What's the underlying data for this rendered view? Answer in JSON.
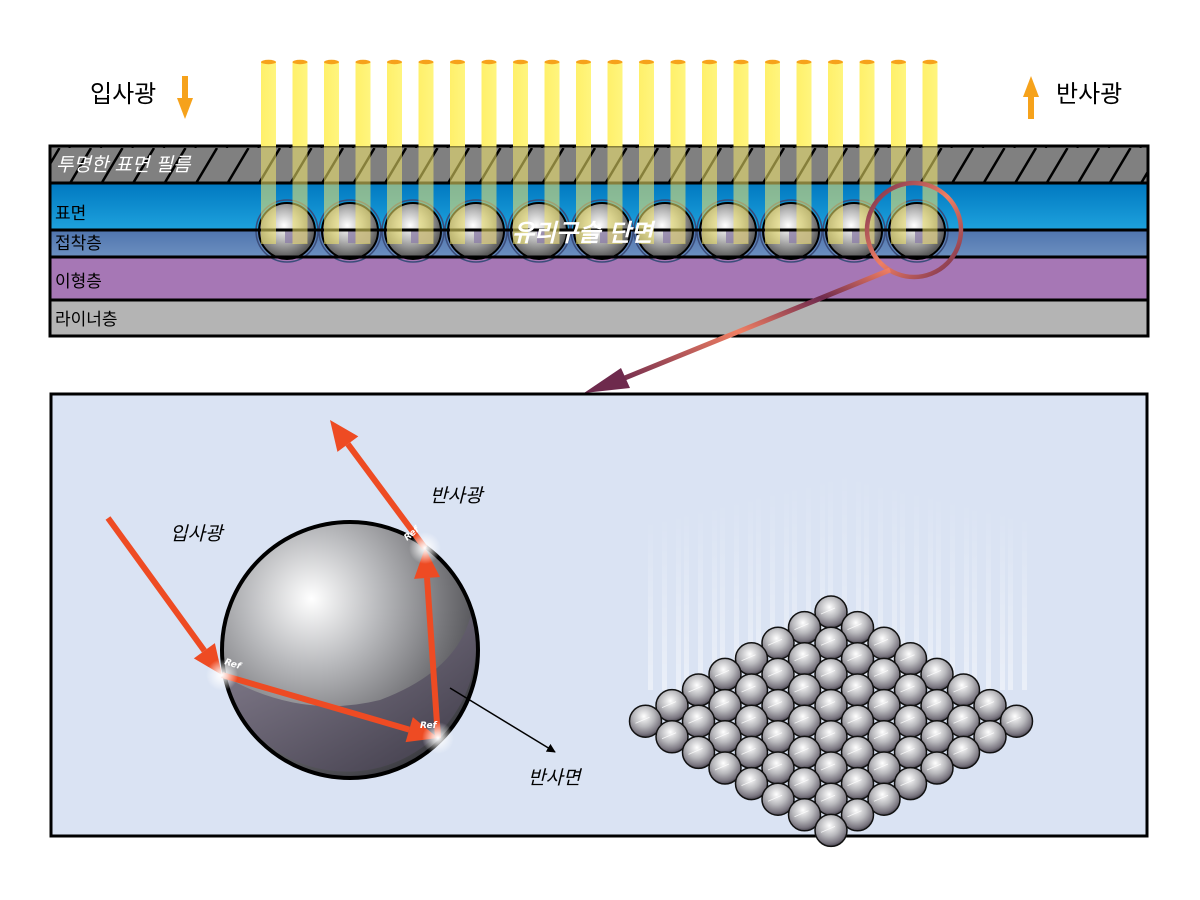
{
  "top_section": {
    "incident_label": "입사광",
    "reflected_label": "반사광",
    "arrow_color": "#F6A21B",
    "beam_count": 22,
    "glass_bead_count": 11,
    "glass_bead_caption": "유리구슬 단면",
    "layers": [
      {
        "id": "film",
        "label": "투명한 표면 필름",
        "color": "#808080",
        "italic": true,
        "hatched": true
      },
      {
        "id": "surface",
        "label": "표면",
        "color": "#0A86C8"
      },
      {
        "id": "adhesive",
        "label": "접착층",
        "color": "#5F83B7"
      },
      {
        "id": "release",
        "label": "이형층",
        "color": "#A677B5"
      },
      {
        "id": "liner",
        "label": "라이너층",
        "color": "#B4B4B4"
      }
    ]
  },
  "detail_panel": {
    "background": "#DAE3F3",
    "incident_label": "입사광",
    "reflected_label": "반사광",
    "reflect_surface_label": "반사면",
    "ref_tag": "Ref",
    "ray_color": "#EE4B23",
    "bead_grid_rows": 8,
    "bead_grid_cols": 8
  }
}
